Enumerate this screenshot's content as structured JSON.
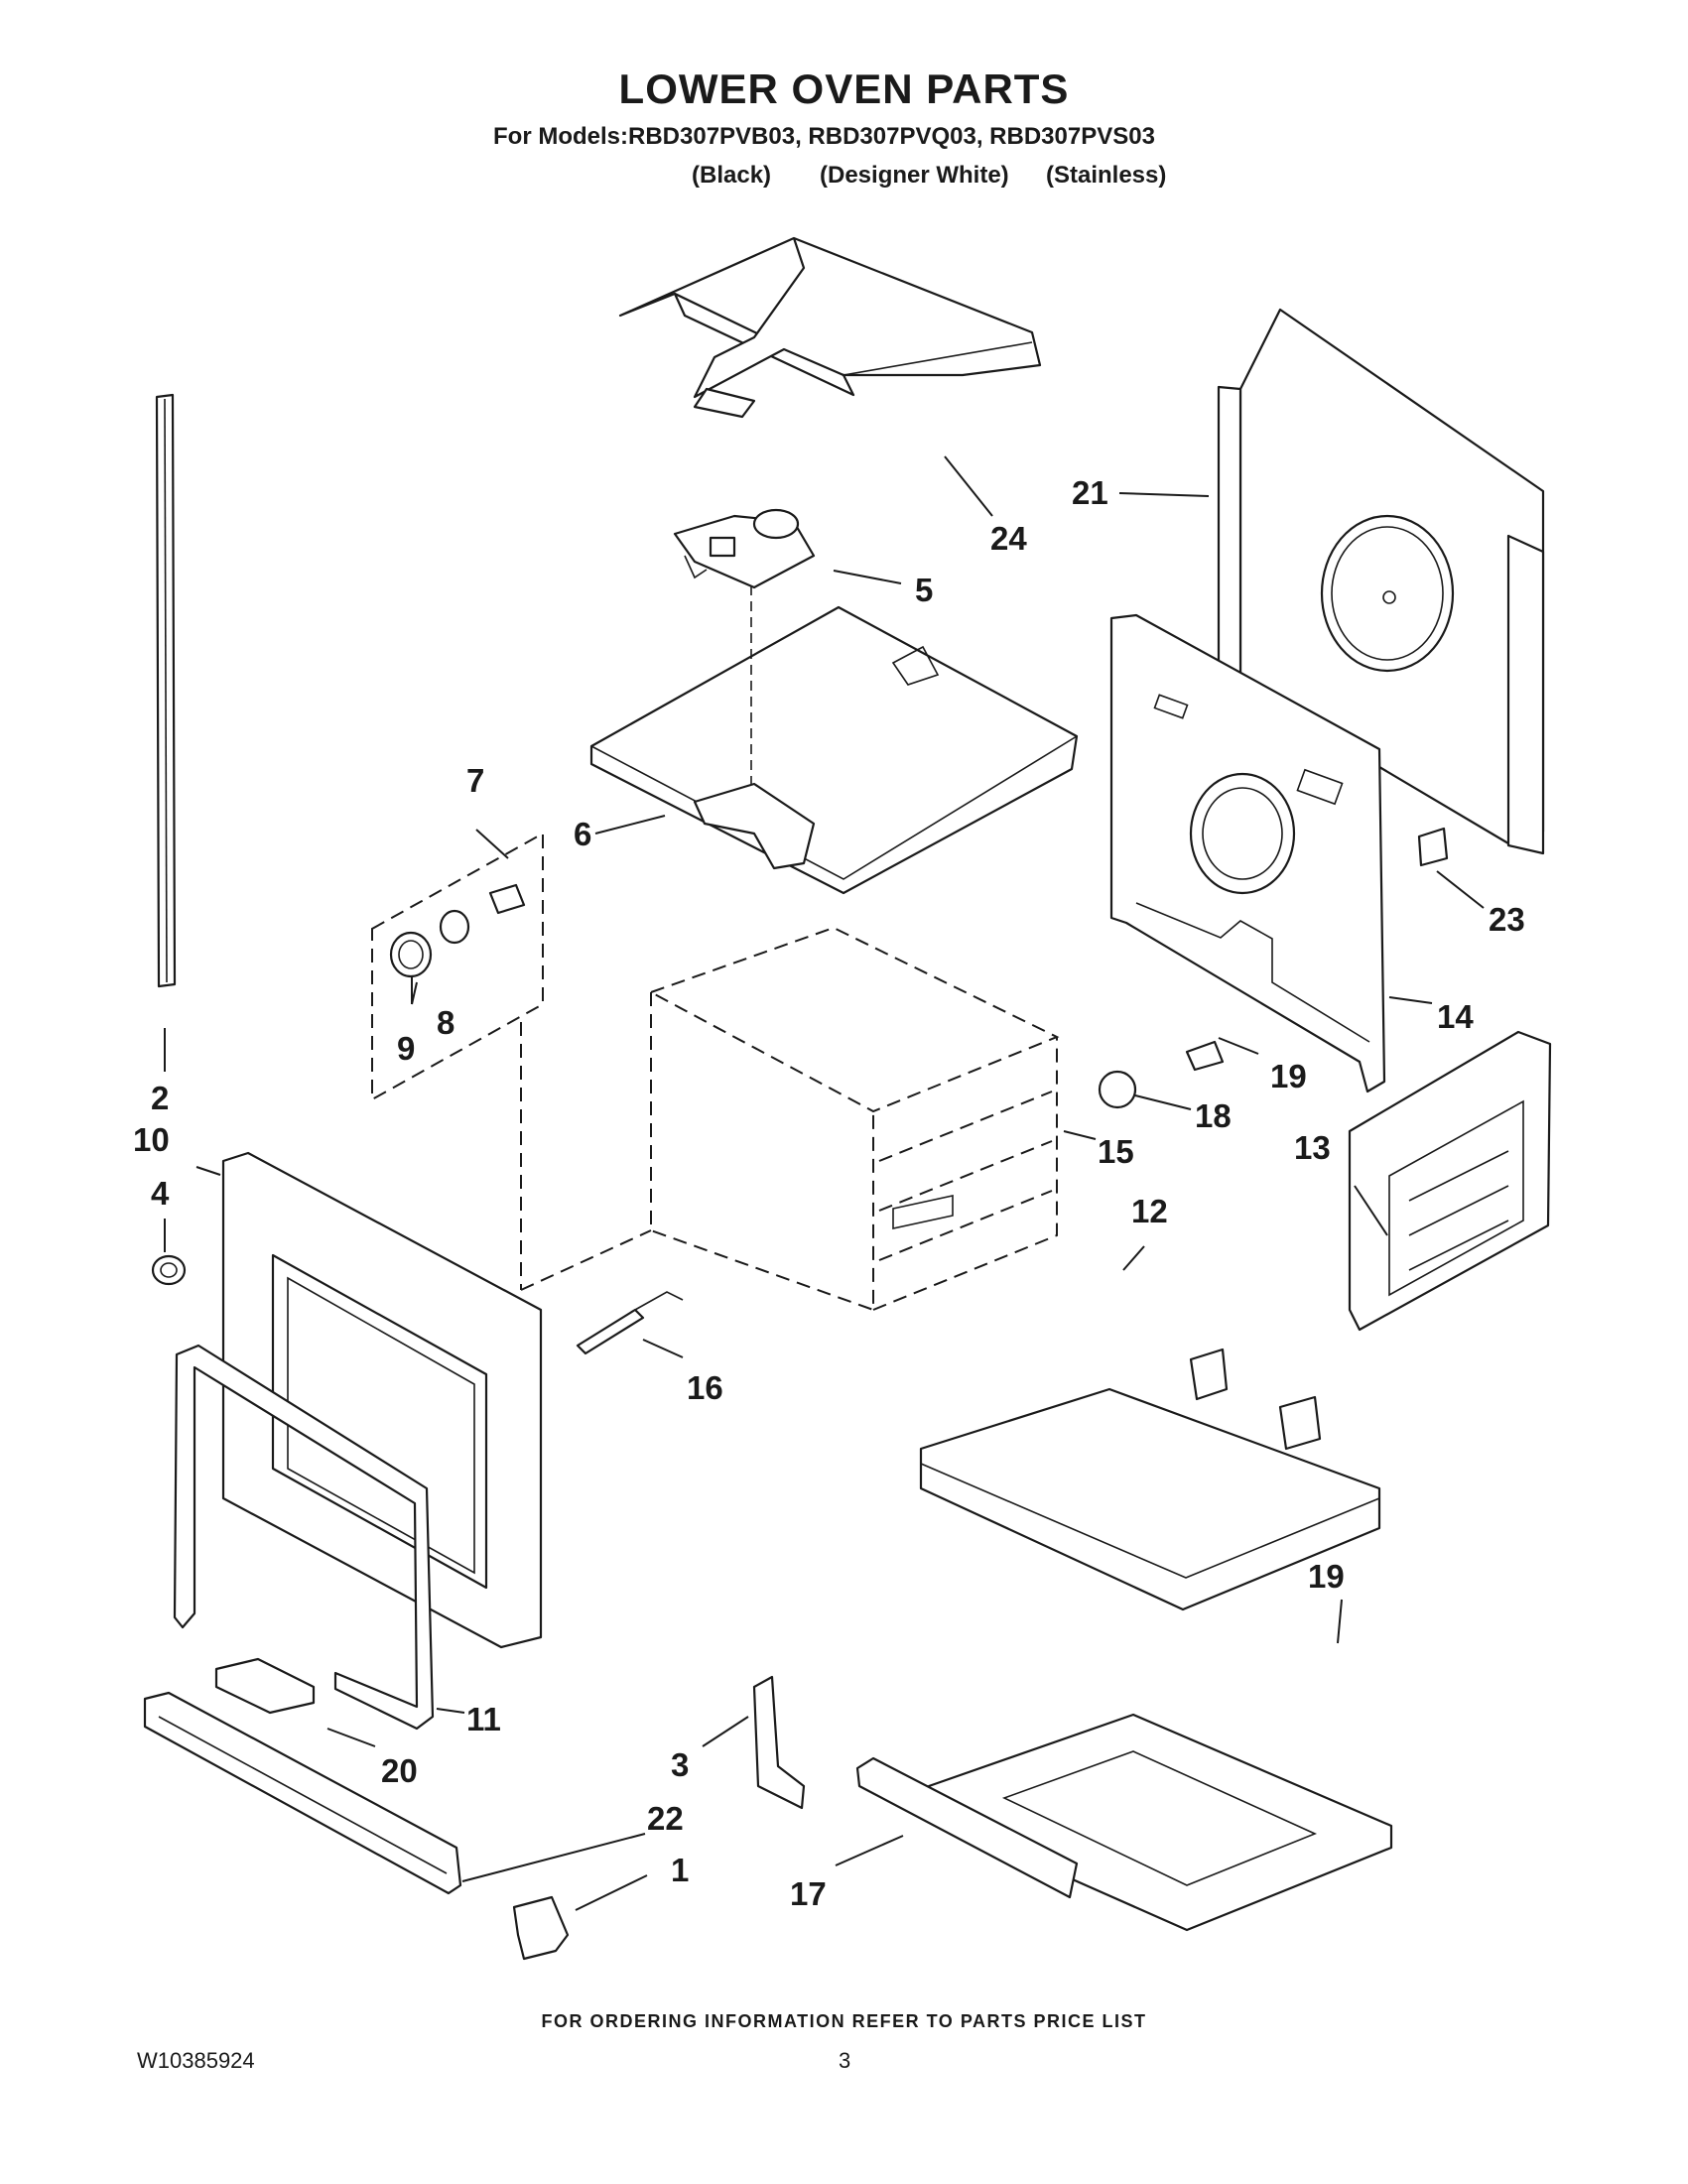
{
  "header": {
    "title": "LOWER OVEN PARTS",
    "models_line": "For Models:RBD307PVB03, RBD307PVQ03, RBD307PVS03",
    "variants": [
      "(Black)",
      "(Designer White)",
      "(Stainless)"
    ]
  },
  "callouts": [
    "24",
    "21",
    "5",
    "7",
    "6",
    "23",
    "8",
    "9",
    "14",
    "2",
    "19",
    "18",
    "10",
    "15",
    "13",
    "4",
    "12",
    "16",
    "19",
    "11",
    "20",
    "3",
    "22",
    "1",
    "17"
  ],
  "footer": {
    "ordering_note": "FOR ORDERING INFORMATION REFER TO PARTS PRICE LIST",
    "document_number": "W10385924",
    "page_number": "3"
  }
}
